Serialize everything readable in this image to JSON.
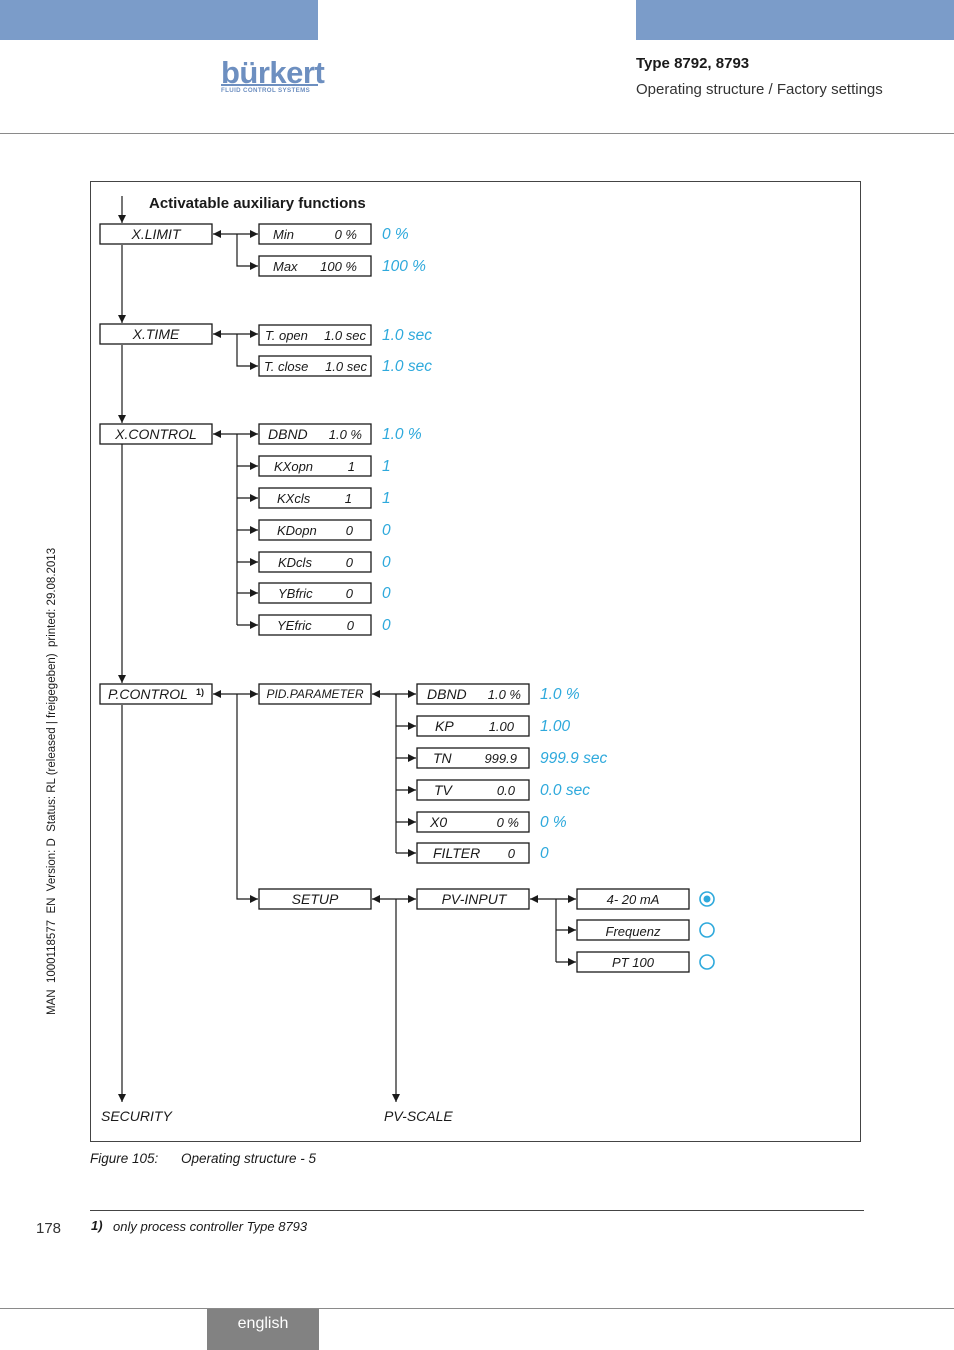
{
  "header": {
    "type_title": "Type 8792, 8793",
    "subtitle": "Operating structure / Factory settings",
    "logo_text": "bürkert",
    "logo_tagline": "FLUID CONTROL SYSTEMS"
  },
  "side_text": "MAN  1000118577  EN  Version: D  Status: RL (released | freigegeben)  printed: 29.08.2013",
  "diagram": {
    "heading": "Activatable auxiliary functions",
    "x_limit": {
      "label": "X.LIMIT",
      "min": {
        "name": "Min",
        "value": "0 %",
        "default": "0 %"
      },
      "max": {
        "name": "Max",
        "value": "100 %",
        "default": "100 %"
      }
    },
    "x_time": {
      "label": "X.TIME",
      "open": {
        "name": "T. open",
        "value": "1.0 sec",
        "default": "1.0 sec"
      },
      "close": {
        "name": "T. close",
        "value": "1.0 sec",
        "default": "1.0 sec"
      }
    },
    "x_control": {
      "label": "X.CONTROL",
      "params": [
        {
          "name": "DBND",
          "value": "1.0 %",
          "default": "1.0 %"
        },
        {
          "name": "KXopn",
          "value": "1",
          "default": "1"
        },
        {
          "name": "KXcls",
          "value": "1",
          "default": "1"
        },
        {
          "name": "KDopn",
          "value": "0",
          "default": "0"
        },
        {
          "name": "KDcls",
          "value": "0",
          "default": "0"
        },
        {
          "name": "YBfric",
          "value": "0",
          "default": "0"
        },
        {
          "name": "YEfric",
          "value": "0",
          "default": "0"
        }
      ]
    },
    "p_control": {
      "label": "P.CONTROL",
      "footnote_mark": "1)",
      "pid_parameter": {
        "label": "PID.PARAMETER",
        "params": [
          {
            "name": "DBND",
            "value": "1.0 %",
            "default": "1.0 %"
          },
          {
            "name": "KP",
            "value": "1.00",
            "default": "1.00"
          },
          {
            "name": "TN",
            "value": "999.9",
            "default": "999.9 sec"
          },
          {
            "name": "TV",
            "value": "0.0",
            "default": "0.0 sec"
          },
          {
            "name": "X0",
            "value": "0 %",
            "default": "0 %"
          },
          {
            "name": "FILTER",
            "value": "0",
            "default": "0"
          }
        ]
      },
      "setup": {
        "label": "SETUP",
        "pv_input": {
          "label": "PV-INPUT",
          "options": [
            {
              "label": "4- 20 mA",
              "selected": true
            },
            {
              "label": "Frequenz",
              "selected": false
            },
            {
              "label": "PT 100",
              "selected": false
            }
          ]
        },
        "pv_scale": "PV-SCALE"
      }
    },
    "security": "SECURITY"
  },
  "caption": {
    "number": "Figure 105:",
    "text": "Operating structure - 5"
  },
  "footnote": {
    "mark": "1)",
    "text": "only process controller Type 8793"
  },
  "page_number": "178",
  "language": "english",
  "colors": {
    "accent_bar": "#7b9cc9",
    "default_value": "#2ea9dc",
    "logo": "#6d8fc0",
    "lang_tab": "#828282"
  }
}
